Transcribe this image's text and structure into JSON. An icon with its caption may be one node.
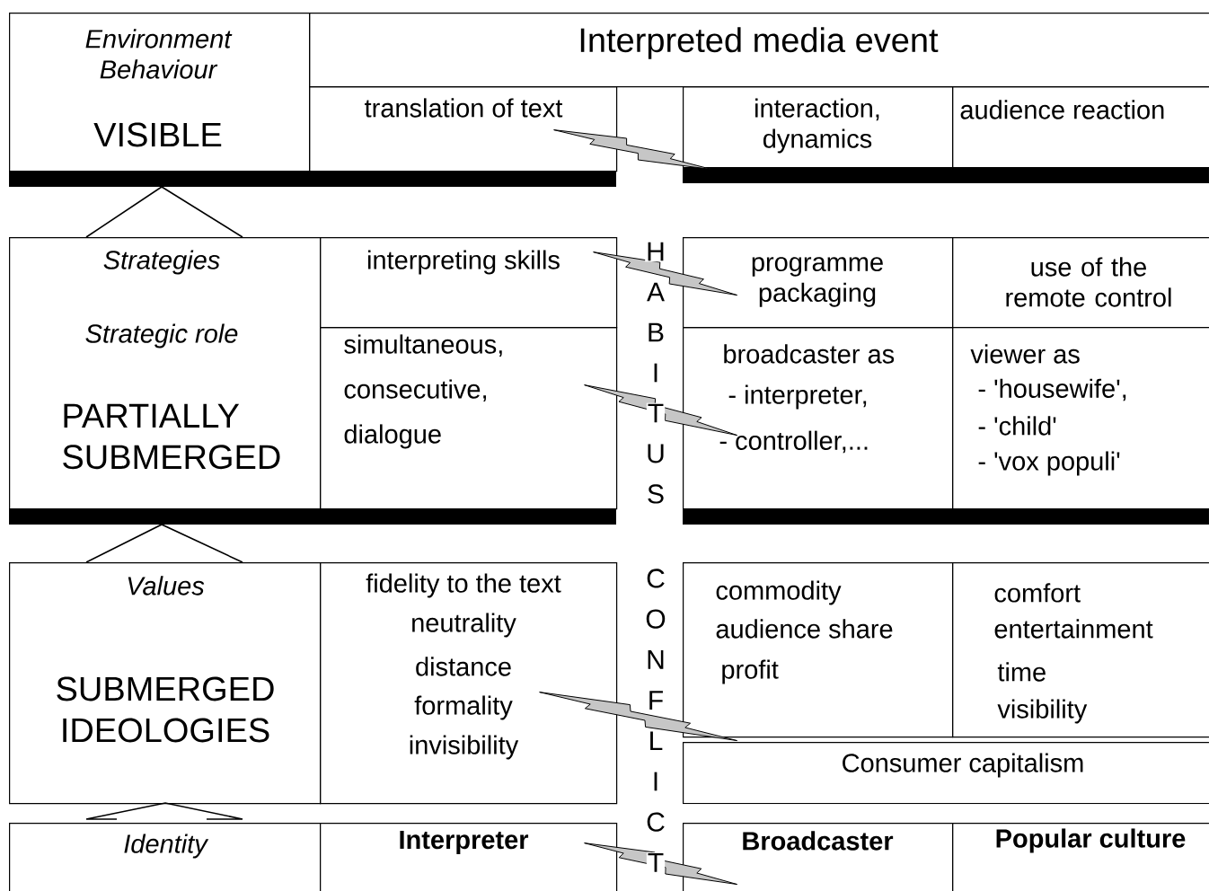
{
  "diagram": {
    "nodes": [
      {
        "text": [
          "Environment Behaviour",
          "VISIBLE"
        ]
      },
      {
        "text": [
          "Interpreted media event"
        ]
      },
      {
        "text": [
          "translation of text"
        ]
      },
      {
        "text": [
          "interaction, dynamics"
        ]
      },
      {
        "text": [
          "audience reaction"
        ]
      },
      {
        "text": [
          "Strategies",
          "Strategic role",
          "PARTIALLY SUBMERGED"
        ]
      },
      {
        "text": [
          "interpreting skills"
        ]
      },
      {
        "text": [
          "simultaneous, consecutive, dialogue"
        ]
      },
      {
        "text": [
          "programme packaging"
        ]
      },
      {
        "text": [
          "use of the remote control"
        ]
      },
      {
        "text": [
          "broadcaster as",
          "- interpreter,",
          "- controller,..."
        ]
      },
      {
        "text": [
          "viewer as",
          "- 'housewife',",
          "- 'child'",
          "- 'vox populi'"
        ]
      },
      {
        "text": [
          "Values",
          "SUBMERGED IDEOLOGIES"
        ]
      },
      {
        "text": [
          "fidelity to the text",
          "neutrality",
          "distance",
          "formality",
          "invisibility"
        ]
      },
      {
        "text": [
          "commodity",
          "audience share",
          "profit"
        ]
      },
      {
        "text": [
          "comfort",
          "entertainment",
          "time",
          "visibility"
        ]
      },
      {
        "text": [
          "Consumer capitalism"
        ]
      },
      {
        "text": [
          "Identity"
        ]
      },
      {
        "text": [
          "Interpreter"
        ]
      },
      {
        "text": [
          "Broadcaster"
        ]
      },
      {
        "text": [
          "Popular culture"
        ]
      }
    ],
    "edges": [
      {
        "from": 2,
        "to": 3,
        "arrow": "both"
      },
      {
        "from": 6,
        "to": 8,
        "arrow": "both"
      },
      {
        "from": 7,
        "to": 10,
        "arrow": "both"
      },
      {
        "from": 13,
        "to": 16,
        "arrow": "both"
      },
      {
        "from": 18,
        "to": 19,
        "arrow": "both"
      }
    ],
    "labels": [
      "H",
      "A",
      "B",
      "I",
      "T",
      "U",
      "S",
      "C",
      "O",
      "N",
      "F",
      "L",
      "I",
      "C",
      "T"
    ]
  }
}
